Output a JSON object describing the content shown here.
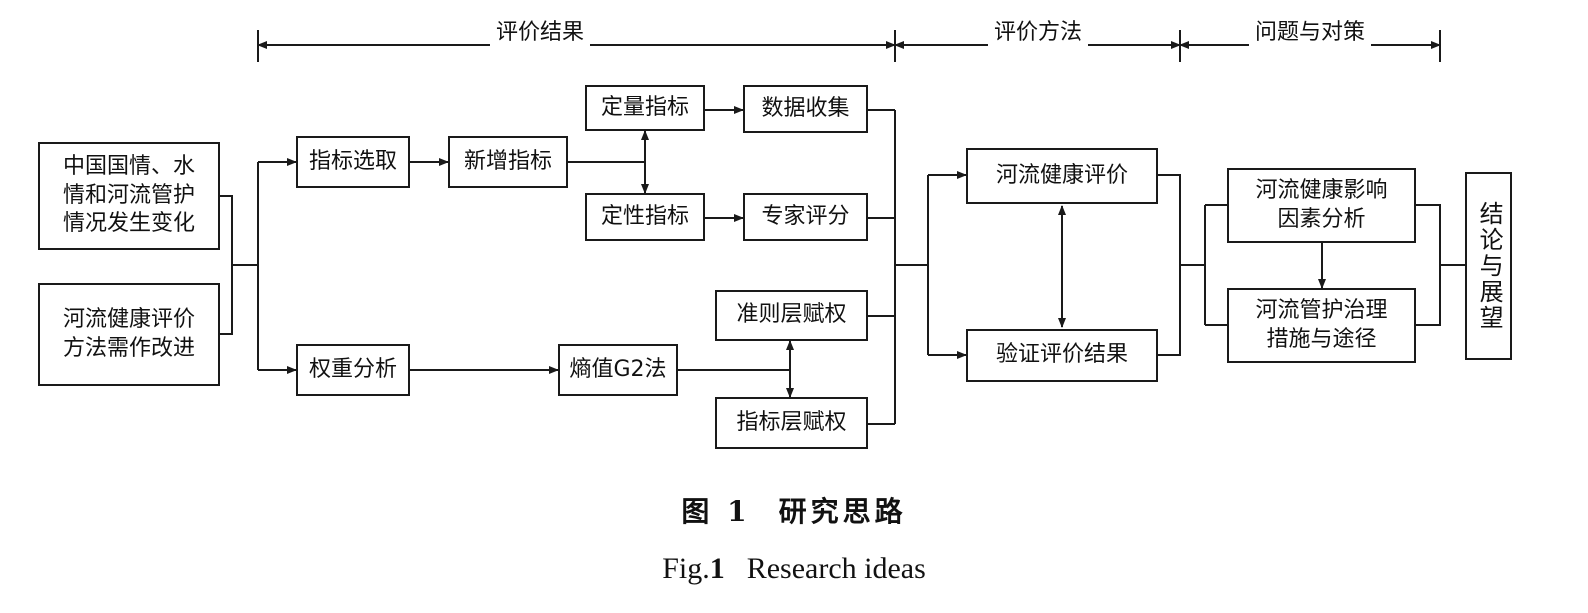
{
  "sections": {
    "results": "评价结果",
    "method": "评价方法",
    "problems": "问题与对策"
  },
  "inputs": {
    "situation": [
      "中国国情、水",
      "情和河流管护",
      "情况发生变化"
    ],
    "improve": [
      "河流健康评价",
      "方法需作改进"
    ]
  },
  "steps": {
    "indicator_select": "指标选取",
    "new_indicator": "新增指标",
    "quantitative": "定量指标",
    "qualitative": "定性指标",
    "data_collection": "数据收集",
    "expert_score": "专家评分",
    "weight_analysis": "权重分析",
    "entropy_g2": "熵值G2法",
    "criteria_weight": "准则层赋权",
    "indicator_weight": "指标层赋权"
  },
  "method": {
    "evaluation": "河流健康评价",
    "verify": "验证评价结果"
  },
  "problems": {
    "factors": [
      "河流健康影响",
      "因素分析"
    ],
    "measures": [
      "河流管护治理",
      "措施与途径"
    ]
  },
  "conclusion": "结论与展望",
  "caption": {
    "cn_num": "图 1",
    "cn_title": "研究思路",
    "en_prefix": "Fig.",
    "en_num": "1",
    "en_title": "Research ideas"
  }
}
